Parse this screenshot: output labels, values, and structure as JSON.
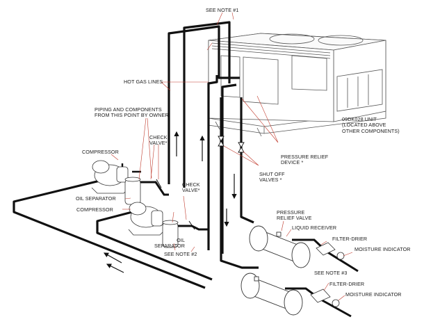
{
  "labels": {
    "see_note_1": "SEE NOTE #1",
    "hot_gas_lines": "HOT GAS LINES",
    "piping_by_owner": [
      "PIPING AND COMPONENTS",
      "FROM THIS POINT BY OWNER"
    ],
    "check_valve_upper": [
      "CHECK",
      "VALVE*"
    ],
    "compressor_upper": "COMPRESSOR",
    "check_valve_lower": [
      "CHECK",
      "VALVE*"
    ],
    "oil_separator_upper": "OIL SEPARATOR",
    "compressor_lower": "COMPRESSOR",
    "oil_separator_lower": [
      "OIL",
      "SEPARATOR"
    ],
    "see_note_2": "SEE NOTE #2",
    "unit": [
      "09DK028 UNIT",
      "(LOCATED ABOVE",
      "OTHER COMPONENTS)"
    ],
    "pressure_relief_device": [
      "PRESSURE RELIEF",
      "DEVICE *"
    ],
    "shut_off_valves": [
      "SHUT OFF",
      "VALVES *"
    ],
    "pressure_relief_valve": [
      "PRESSURE",
      "RELIEF VALVE"
    ],
    "liquid_receiver": "LIQUID RECEIVER",
    "filter_drier_upper": "FILTER-DRIER",
    "moisture_indicator_upper": "MOISTURE INDICATOR",
    "see_note_3": "SEE NOTE #3",
    "filter_drier_lower": "FILTER-DRIER",
    "moisture_indicator_lower": "MOISTURE INDICATOR"
  },
  "colors": {
    "pipe": "#111111",
    "leader": "#c0392b",
    "outline": "#555555"
  }
}
